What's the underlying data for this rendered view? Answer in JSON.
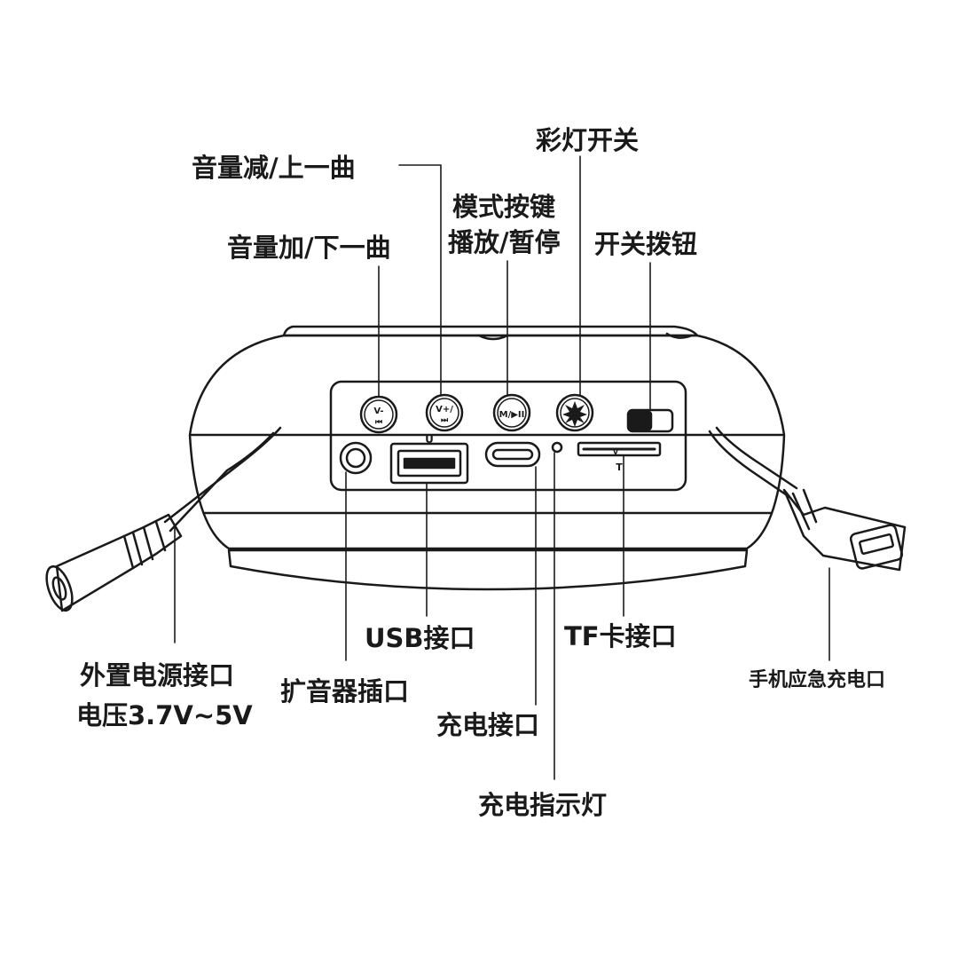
{
  "labels": {
    "vol_down_prev": "音量减/上一曲",
    "vol_up_next": "音量加/下一曲",
    "mode_key": "模式按键",
    "play_pause": "播放/暂停",
    "light_switch": "彩灯开关",
    "power_toggle": "开关拨钮",
    "usb_port": "USB接口",
    "tf_port": "TF卡接口",
    "ext_power": "外置电源接口",
    "voltage": "电压3.7V~5V",
    "amp_jack": "扩音器插口",
    "charge_port": "充电接口",
    "charge_led": "充电指示灯",
    "phone_charge": "手机应急充电口"
  },
  "panel": {
    "btn_vminus_top": "V-",
    "btn_vminus_icon": "⏮",
    "btn_vplus_top": "V+/",
    "btn_vplus_icon": "⏭",
    "btn_mode": "M/▶II",
    "usb_mark": "U",
    "tf_mark": "T",
    "tf_slot_mark": "V"
  },
  "colors": {
    "line": "#1a1a1a",
    "background": "#ffffff"
  }
}
